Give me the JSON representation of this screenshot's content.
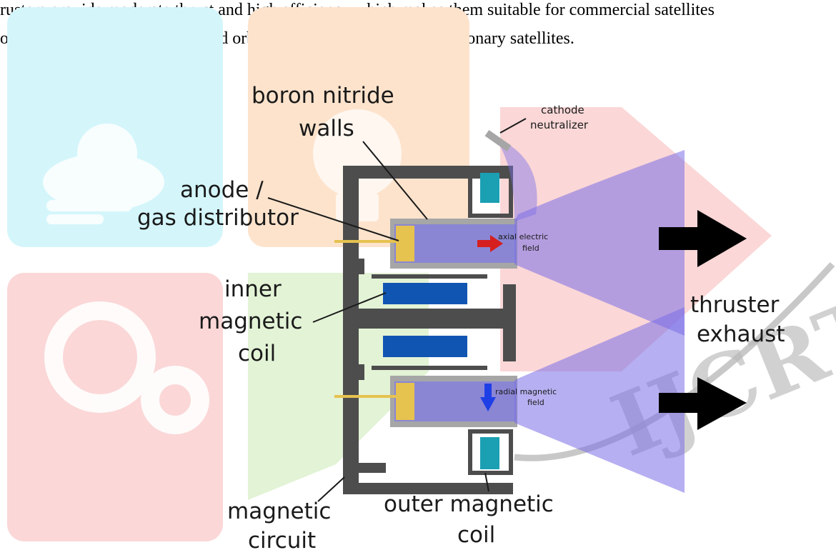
{
  "paragraph": {
    "line1": "rusters provide moderate thrust and high efficiency which makes them suitable for commercial satellites",
    "line2": "only used for station keeping and orbit raising operations in geostationary satellites."
  },
  "watermark": {
    "text": "IJCRT",
    "colors": {
      "cyan": "#d4f6fb",
      "peach": "#fde3cc",
      "pink": "#fbd7d7",
      "green": "#e3f3d6"
    }
  },
  "diagram": {
    "labels": {
      "boron_line1": "boron nitride",
      "boron_line2": "walls",
      "anode_line1": "anode /",
      "anode_line2": "gas distributor",
      "inner_line1": "inner",
      "inner_line2": "magnetic",
      "inner_line3": "coil",
      "magcirc_line1": "magnetic",
      "magcirc_line2": "circuit",
      "outer_line1": "outer magnetic",
      "outer_line2": "coil",
      "cathode_line1": "cathode",
      "cathode_line2": "neutralizer",
      "exhaust_line1": "thruster",
      "exhaust_line2": "exhaust",
      "axial_line1": "axial electric",
      "axial_line2": "field",
      "radial_line1": "radial magnetic",
      "radial_line2": "field"
    },
    "colors": {
      "magnetic_circuit": "#4d4d4d",
      "wall": "#a6a6a6",
      "channel": "#8a86d4",
      "anode": "#e6c24f",
      "inner_coil": "#1155b3",
      "outer_coil": "#1a9fb3",
      "plume": "#7a6ee6",
      "axial_arrow": "#d61f1f",
      "radial_arrow": "#1f3fe6",
      "exhaust_arrow": "#000000"
    }
  }
}
